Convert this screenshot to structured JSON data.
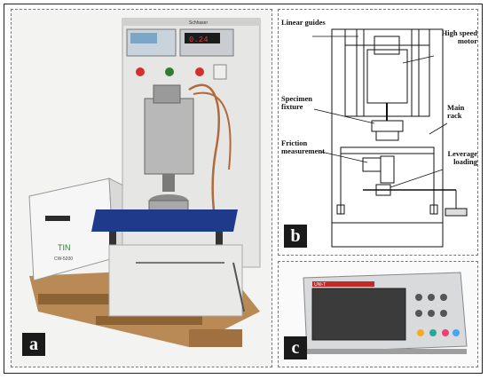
{
  "panels": {
    "a": {
      "tag": "a"
    },
    "b": {
      "tag": "b",
      "labels": {
        "linear_guides": "Linear guides",
        "high_speed_motor": "High speed motor",
        "specimen_fixture": "Specimen fixture",
        "main_rack": "Main rack",
        "friction_measurement": "Friction measurement",
        "leverage_loading": "Leverage loading"
      }
    },
    "c": {
      "tag": "c"
    }
  },
  "photo_text": {
    "chiller_brand": "TIN",
    "chiller_model": "CW-5200",
    "controller_header": "Schhaser",
    "display_value": "0.24",
    "scope_brand": "UNI-T"
  },
  "colors": {
    "machine_body": "#e6e6e4",
    "base_plate": "#1f3a8a",
    "scope_screen": "#3b3b3b",
    "tag_bg": "#1a1a1a"
  }
}
